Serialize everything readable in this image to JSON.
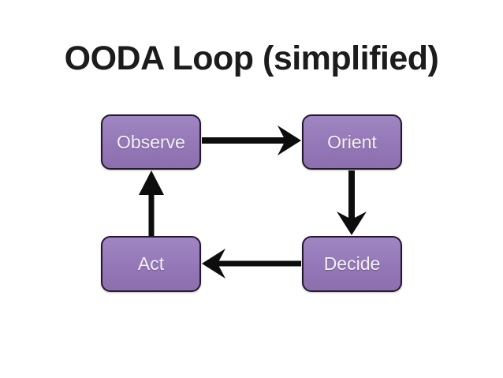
{
  "slide": {
    "title": "OODA Loop (simplified)"
  },
  "diagram": {
    "nodes": {
      "observe": {
        "label": "Observe"
      },
      "orient": {
        "label": "Orient"
      },
      "decide": {
        "label": "Decide"
      },
      "act": {
        "label": "Act"
      }
    },
    "edges": [
      {
        "from": "Observe",
        "to": "Orient",
        "direction": "right",
        "arrowhead": "stealth"
      },
      {
        "from": "Orient",
        "to": "Decide",
        "direction": "down",
        "arrowhead": "stealth"
      },
      {
        "from": "Decide",
        "to": "Act",
        "direction": "left",
        "arrowhead": "stealth"
      },
      {
        "from": "Act",
        "to": "Observe",
        "direction": "up",
        "arrowhead": "triangle"
      }
    ],
    "colors": {
      "background": "#ffffff",
      "title_text": "#1c1c1c",
      "node_fill": "#9477b7",
      "node_border": "#231a2d",
      "node_text": "#f5f2f8",
      "arrow": "#0d0d0d"
    }
  }
}
